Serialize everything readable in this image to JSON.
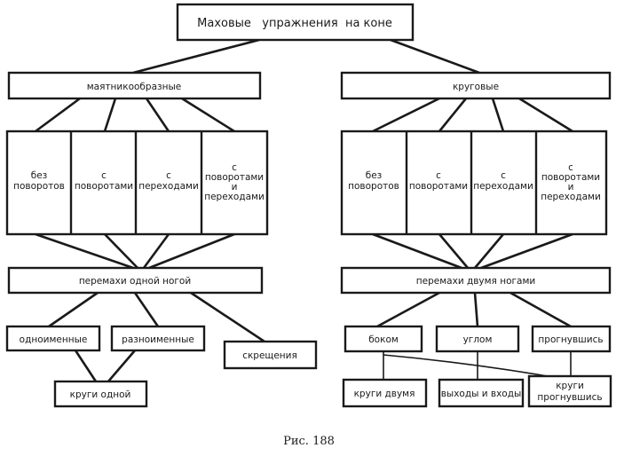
{
  "title": "Маховые   упражнения  на коне",
  "left": {
    "header": "маятникообразные",
    "kinds": [
      [
        "без",
        "поворотов"
      ],
      [
        "с",
        "поворотами"
      ],
      [
        "с",
        "переходами"
      ],
      [
        "с",
        "поворотами",
        "и",
        "переходами"
      ]
    ],
    "swings": "перемахи одной ногой",
    "sub": {
      "same": "одноименные",
      "opposite": "разноименные",
      "cross": "скрещения",
      "circles": "круги одной"
    }
  },
  "right": {
    "header": "круговые",
    "kinds": [
      [
        "без",
        "поворотов"
      ],
      [
        "с",
        "поворотами"
      ],
      [
        "с",
        "переходами"
      ],
      [
        "с",
        "поворотами",
        "и",
        "переходами"
      ]
    ],
    "swings": "перемахи двумя ногами",
    "sub": {
      "side": "боком",
      "angle": "углом",
      "arched": "прогнувшись",
      "circles_two": "круги двумя",
      "exits": "выходы и входы",
      "circles_arched": [
        "круги",
        "прогнувшись"
      ]
    }
  },
  "caption": "Рис. 188"
}
